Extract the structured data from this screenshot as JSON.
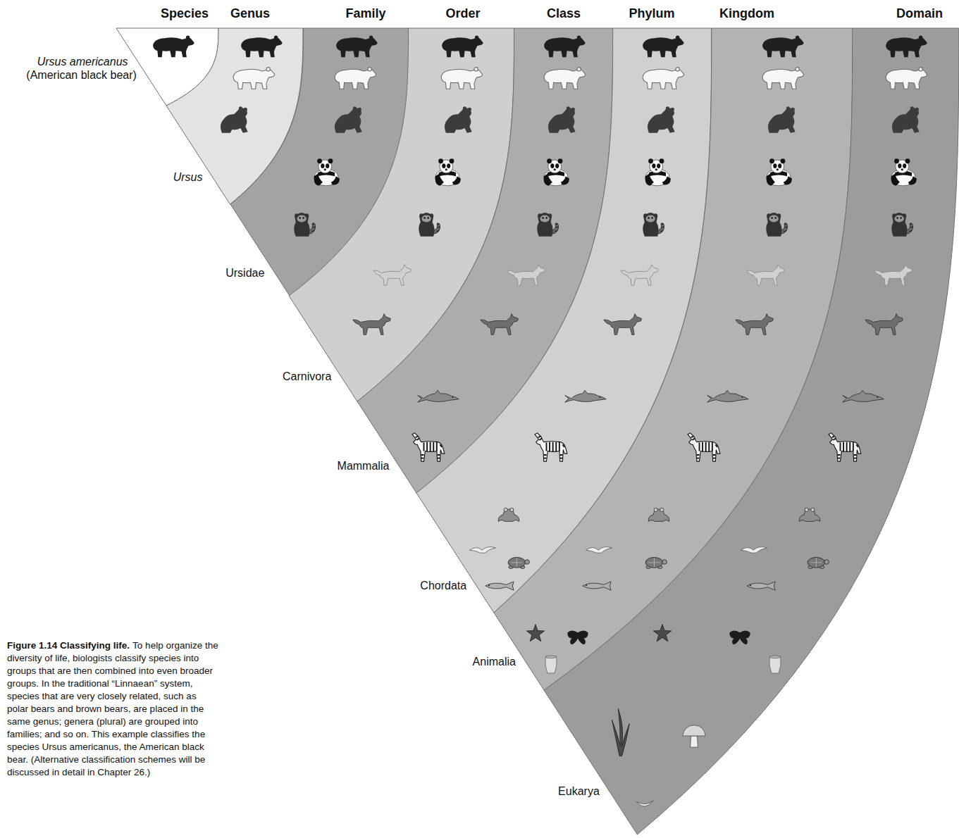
{
  "diagram": {
    "title": "Figure 1.14 Classifying life.",
    "caption": "To help organize the diversity of life, biologists classify species into groups that are then combined into even broader groups. In the traditional “Linnaean” system, species that are very closely related, such as polar bears and brown bears, are placed in the same genus; genera (plural) are grouped into families; and so on. This example classifies the species Ursus americanus, the American black bear. (Alternative classification schemes will be discussed in detail in Chapter 26.)",
    "nodes": [
      {
        "text": [
          "Species",
          "Ursus americanus",
          "(American black bear)"
        ]
      },
      {
        "text": [
          "Genus",
          "Ursus"
        ]
      },
      {
        "text": [
          "Family",
          "Ursidae"
        ]
      },
      {
        "text": [
          "Order",
          "Carnivora"
        ]
      },
      {
        "text": [
          "Class",
          "Mammalia"
        ]
      },
      {
        "text": [
          "Phylum",
          "Chordata"
        ]
      },
      {
        "text": [
          "Kingdom",
          "Animalia"
        ]
      },
      {
        "text": [
          "Domain",
          "Eukarya"
        ]
      }
    ]
  }
}
